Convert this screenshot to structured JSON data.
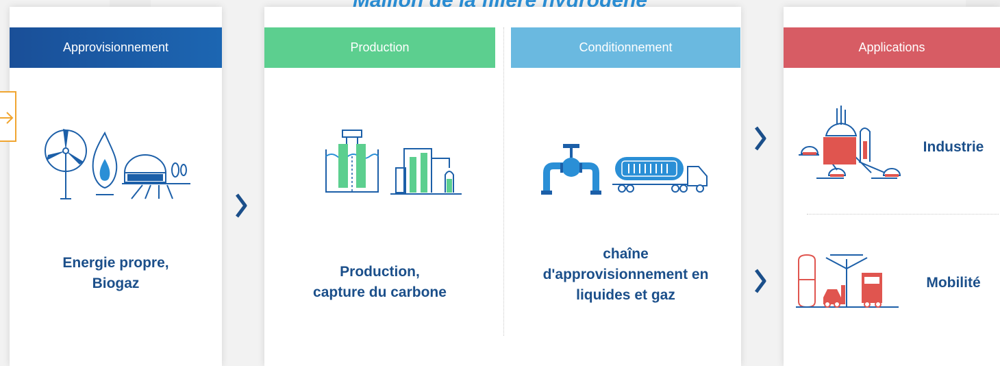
{
  "title": "Maillon de la filière hydrogène",
  "columns": [
    {
      "header": "Approvisionnement",
      "caption_lines": [
        "Energie propre,",
        "Biogaz"
      ],
      "color": "#1c5fa8"
    },
    {
      "header": "Production",
      "caption_lines": [
        "Production,",
        "capture du carbone"
      ],
      "color": "#5ccf8f"
    },
    {
      "header": "Conditionnement",
      "caption_lines": [
        "chaîne",
        "d'approvisionnement en",
        "liquides et gaz"
      ],
      "color": "#6ab9e0"
    },
    {
      "header": "Applications",
      "color": "#d75c64",
      "items": [
        "Industrie",
        "Mobilité"
      ]
    }
  ],
  "colors": {
    "text_dark_blue": "#1b4f8a",
    "icon_blue": "#2a8fd6",
    "icon_green": "#5ccf8f",
    "icon_red": "#e0554f",
    "nav_border": "#f0a530"
  },
  "icons": [
    "wind-turbine-icon",
    "flame-icon",
    "biogas-plant-icon",
    "electrolyser-icon",
    "carbon-capture-icon",
    "pipeline-valve-icon",
    "tanker-truck-icon",
    "industry-plant-icon",
    "mobility-station-icon",
    "chevron-right-icon",
    "arrow-right-icon"
  ]
}
